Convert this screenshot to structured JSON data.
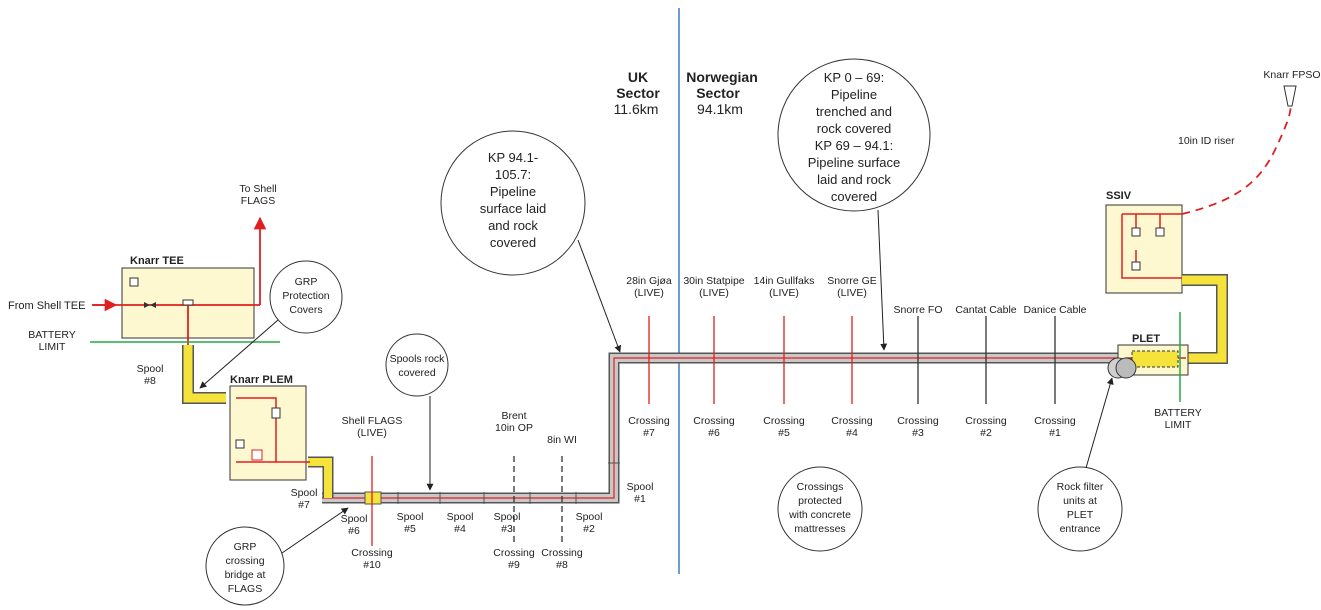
{
  "sectors": {
    "uk_title": [
      "UK",
      "Sector"
    ],
    "uk_km": "11.6km",
    "no_title": [
      "Norwegian",
      "Sector"
    ],
    "no_km": "94.1km"
  },
  "bubbles": {
    "kp94": [
      "KP 94.1-",
      "105.7:",
      "Pipeline",
      "surface laid",
      "and rock",
      "covered"
    ],
    "kp0": [
      "KP 0 – 69:",
      "Pipeline",
      "trenched and",
      "rock covered",
      "KP 69 – 94.1:",
      "Pipeline surface",
      "laid and rock",
      "covered"
    ],
    "grp_covers": [
      "GRP",
      "Protection",
      "Covers"
    ],
    "spools_rock": [
      "Spools rock",
      "covered"
    ],
    "grp_bridge": [
      "GRP",
      "crossing",
      "bridge at",
      "FLAGS"
    ],
    "concrete": [
      "Crossings",
      "protected",
      "with concrete",
      "mattresses"
    ],
    "rock_filter": [
      "Rock filter",
      "units at",
      "PLET",
      "entrance"
    ]
  },
  "modules": {
    "knarr_tee": "Knarr TEE",
    "knarr_plem": "Knarr PLEM",
    "ssiv": "SSIV",
    "plet": "PLET"
  },
  "labels": {
    "to_shell": [
      "To Shell",
      "FLAGS"
    ],
    "from_shell": "From Shell TEE",
    "battery_left": [
      "BATTERY",
      "LIMIT"
    ],
    "battery_right": [
      "BATTERY",
      "LIMIT"
    ],
    "knarr_fpso": "Knarr FPSO",
    "riser": "10in ID riser",
    "spool8": [
      "Spool",
      "#8"
    ],
    "spool7": [
      "Spool",
      "#7"
    ],
    "spool6": [
      "Spool",
      "#6"
    ],
    "spool5": [
      "Spool",
      "#5"
    ],
    "spool4": [
      "Spool",
      "#4"
    ],
    "spool3": [
      "Spool",
      "#3"
    ],
    "spool2": [
      "Spool",
      "#2"
    ],
    "spool1": [
      "Spool",
      "#1"
    ]
  },
  "crossings": [
    {
      "top": [
        "Shell FLAGS",
        "(LIVE)"
      ],
      "bottom": [
        "Crossing",
        "#10"
      ],
      "live": true
    },
    {
      "top": [
        "Brent",
        "10in OP"
      ],
      "bottom": [
        "Crossing",
        "#9"
      ],
      "live": false
    },
    {
      "top": [
        "8in WI"
      ],
      "bottom": [
        "Crossing",
        "#8"
      ],
      "live": false
    },
    {
      "top": [
        "28in Gjøa",
        "(LIVE)"
      ],
      "bottom": [
        "Crossing",
        "#7"
      ],
      "live": true
    },
    {
      "top": [
        "30in Statpipe",
        "(LIVE)"
      ],
      "bottom": [
        "Crossing",
        "#6"
      ],
      "live": true
    },
    {
      "top": [
        "14in Gullfaks",
        "(LIVE)"
      ],
      "bottom": [
        "Crossing",
        "#5"
      ],
      "live": true
    },
    {
      "top": [
        "Snorre GE",
        "(LIVE)"
      ],
      "bottom": [
        "Crossing",
        "#4"
      ],
      "live": true
    },
    {
      "top": [
        "Snorre FO"
      ],
      "bottom": [
        "Crossing",
        "#3"
      ],
      "live": false
    },
    {
      "top": [
        "Cantat Cable"
      ],
      "bottom": [
        "Crossing",
        "#2"
      ],
      "live": false
    },
    {
      "top": [
        "Danice Cable"
      ],
      "bottom": [
        "Crossing",
        "#1"
      ],
      "live": false
    }
  ],
  "colors": {
    "pipe_fill": "#c8c8c8",
    "pipe_line": "#e02020",
    "module": "#fdf8d0",
    "spool": "#f5e33c",
    "sector_line": "#3a7cc8",
    "battery": "#22aa44",
    "live": "#e02020"
  }
}
